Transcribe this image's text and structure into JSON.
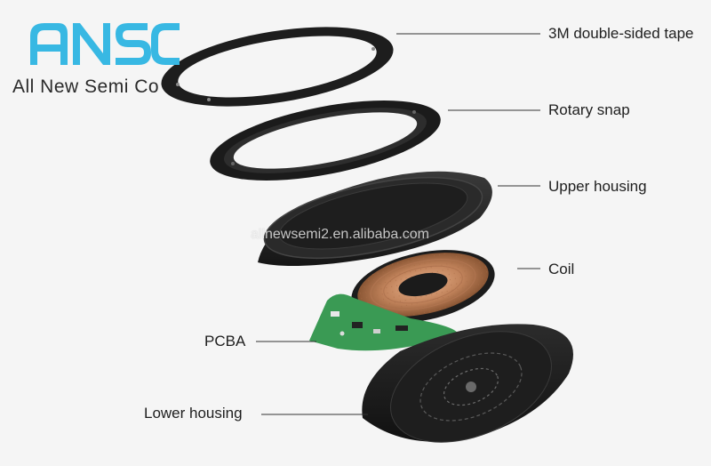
{
  "brand": {
    "logo_text": "ANSC",
    "company": "All New Semi Co",
    "accent": "#38b8e3"
  },
  "watermark": "allnewsemi2.en.alibaba.com",
  "labels": {
    "tape": "3M double-sided tape",
    "snap": "Rotary snap",
    "upper_housing": "Upper housing",
    "coil": "Coil",
    "pcba": "PCBA",
    "lower_housing": "Lower housing"
  },
  "colors": {
    "part_dark": "#1c1c1c",
    "coil_copper": "#c0825a",
    "pcb_green": "#3a9a54",
    "leader": "#333333"
  }
}
